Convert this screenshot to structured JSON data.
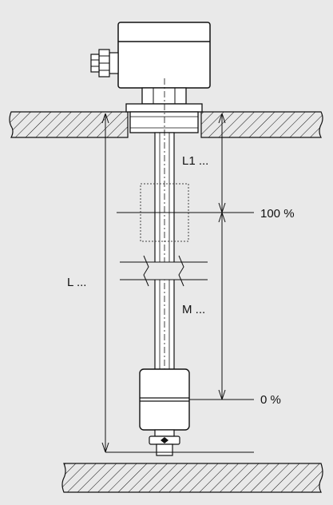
{
  "diagram": {
    "background_color": "#e9e9e9",
    "line_color": "#111111",
    "labels": {
      "l1": "L1 ...",
      "full_level": "100 %",
      "l": "L ...",
      "m": "M ...",
      "empty_level": "0 %"
    }
  }
}
